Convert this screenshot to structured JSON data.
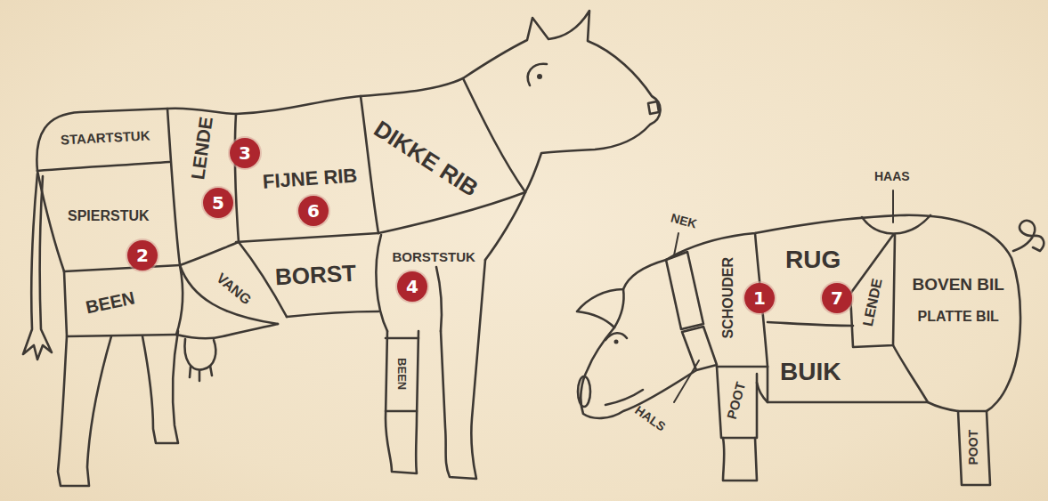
{
  "diagram": {
    "nodes": [
      {
        "text": [
          "STAARTSTUK"
        ]
      },
      {
        "text": [
          "LENDE"
        ]
      },
      {
        "text": [
          "FIJNE RIB"
        ]
      },
      {
        "text": [
          "DIKKE RIB"
        ]
      },
      {
        "text": [
          "SPIERSTUK"
        ]
      },
      {
        "text": [
          "BEEN"
        ]
      },
      {
        "text": [
          "VANG"
        ]
      },
      {
        "text": [
          "BORST"
        ]
      },
      {
        "text": [
          "BORSTSTUK"
        ]
      },
      {
        "text": [
          "BEEN"
        ]
      },
      {
        "text": [
          "SCHOUDER"
        ]
      },
      {
        "text": [
          "RUG"
        ]
      },
      {
        "text": [
          "LENDE"
        ]
      },
      {
        "text": [
          "BOVEN BIL",
          "PLATTE BIL"
        ]
      },
      {
        "text": [
          "BUIK"
        ]
      },
      {
        "text": [
          "POOT"
        ]
      },
      {
        "text": [
          "POOT"
        ]
      }
    ],
    "labels": [
      "3",
      "5",
      "6",
      "2",
      "4",
      "NEK",
      "HAAS",
      "1",
      "7",
      "HALS"
    ]
  }
}
